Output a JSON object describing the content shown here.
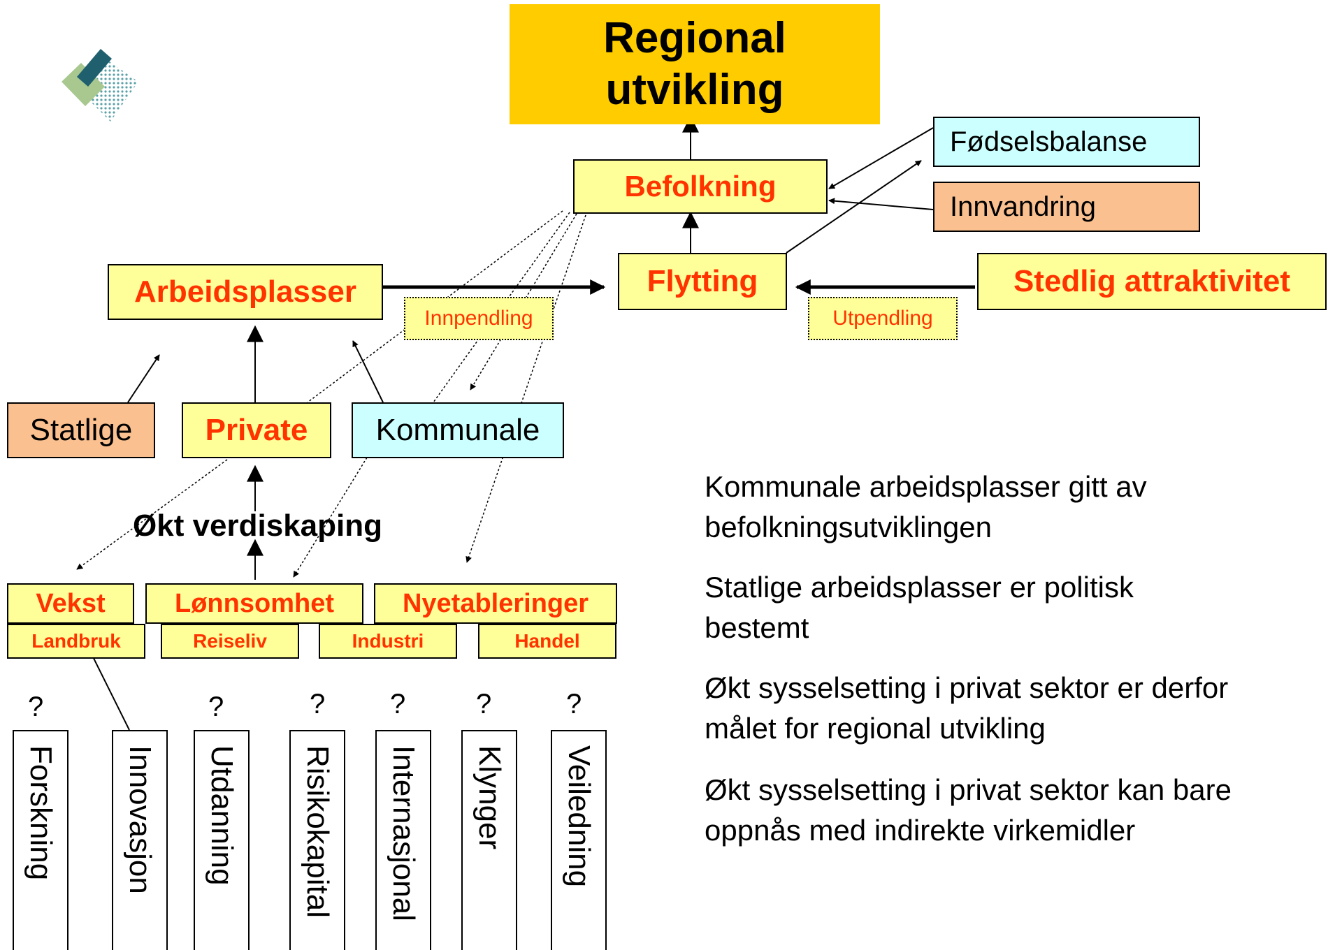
{
  "nodes": {
    "regional": "Regional utvikling",
    "befolkning": "Befolkning",
    "fodselsbalanse": "Fødselsbalanse",
    "innvandring": "Innvandring",
    "arbeidsplasser": "Arbeidsplasser",
    "flytting": "Flytting",
    "stedlig": "Stedlig attraktivitet",
    "innpendling": "Innpendling",
    "utpendling": "Utpendling",
    "statlige": "Statlige",
    "private": "Private",
    "kommunale": "Kommunale",
    "okt_verdiskaping": "Økt verdiskaping",
    "vekst": "Vekst",
    "lonnsomhet": "Lønnsomhet",
    "nyetableringer": "Nyetableringer",
    "landbruk": "Landbruk",
    "reiseliv": "Reiseliv",
    "industri": "Industri",
    "handel": "Handel"
  },
  "question_mark": "?",
  "pillars": [
    "Forskning",
    "Innovasjon",
    "Utdanning",
    "Risikokapital",
    "Internasjonal",
    "Klynger",
    "Veiledning"
  ],
  "statements": [
    "Kommunale arbeidsplasser gitt av befolkningsutviklingen",
    "Statlige arbeidsplasser er politisk bestemt",
    "Økt sysselsetting i privat sektor er derfor målet for regional utvikling",
    "Økt sysselsetting i privat sektor kan bare oppnås med indirekte virkemidler"
  ],
  "colors": {
    "top_box": "#ffcc00",
    "light_yellow": "#ffff99",
    "light_cyan": "#ccffff",
    "light_orange": "#fac090",
    "light_green": "#ccffcc",
    "label_red": "#ff3300"
  }
}
